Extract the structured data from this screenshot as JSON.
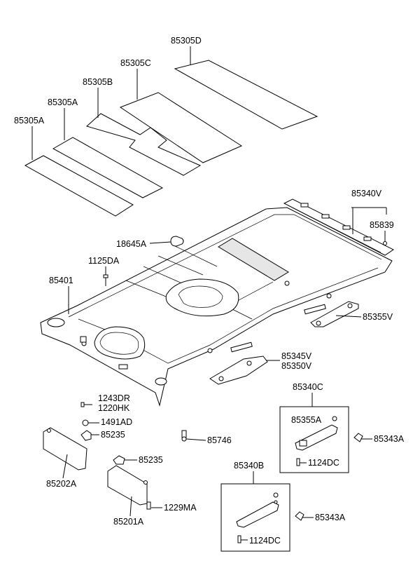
{
  "labels": {
    "p85305d": "85305D",
    "p85305c": "85305C",
    "p85305b": "85305B",
    "p85305a_upper": "85305A",
    "p85305a_lower": "85305A",
    "p85340v": "85340V",
    "p85839": "85839",
    "p18645a": "18645A",
    "p1125da": "1125DA",
    "p85401": "85401",
    "p85355v": "85355V",
    "p85345v": "85345V",
    "p85350v": "85350V",
    "p1243dr": "1243DR",
    "p1220hk": "1220HK",
    "p1491ad": "1491AD",
    "p85235_left": "85235",
    "p85746": "85746",
    "p85235_right": "85235",
    "p85202a": "85202A",
    "p85201a": "85201A",
    "p1229ma": "1229MA",
    "p85340c": "85340C",
    "p85355a": "85355A",
    "p85343a_upper": "85343A",
    "p1124dc_upper": "1124DC",
    "p85340b": "85340B",
    "p85343a_lower": "85343A",
    "p1124dc_lower": "1124DC"
  }
}
